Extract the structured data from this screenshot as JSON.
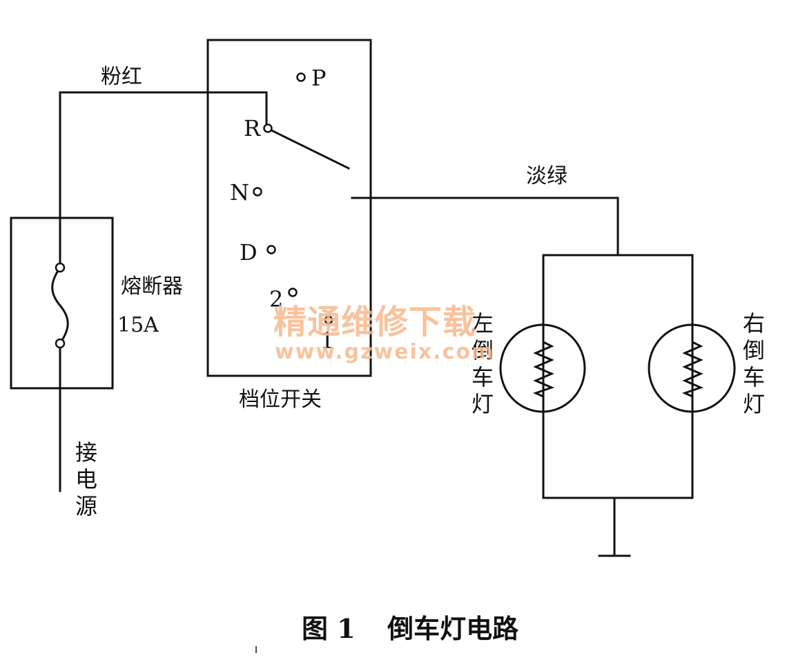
{
  "labels": {
    "wire_pink": "粉红",
    "wire_light_green": "淡绿",
    "fuse_name": "熔断器",
    "fuse_rating": "15A",
    "power_source": "接电源",
    "gear_switch": "档位开关",
    "left_reverse_lamp": "左倒车灯",
    "right_reverse_lamp": "右倒车灯"
  },
  "gear_positions": [
    "P",
    "R",
    "N",
    "D",
    "2",
    "1"
  ],
  "caption": {
    "number": "图 1",
    "title": "倒车灯电路"
  },
  "watermark": {
    "cn": "精通维修下载",
    "url": "www.gzweix.com",
    "color": "#f6b98c"
  }
}
